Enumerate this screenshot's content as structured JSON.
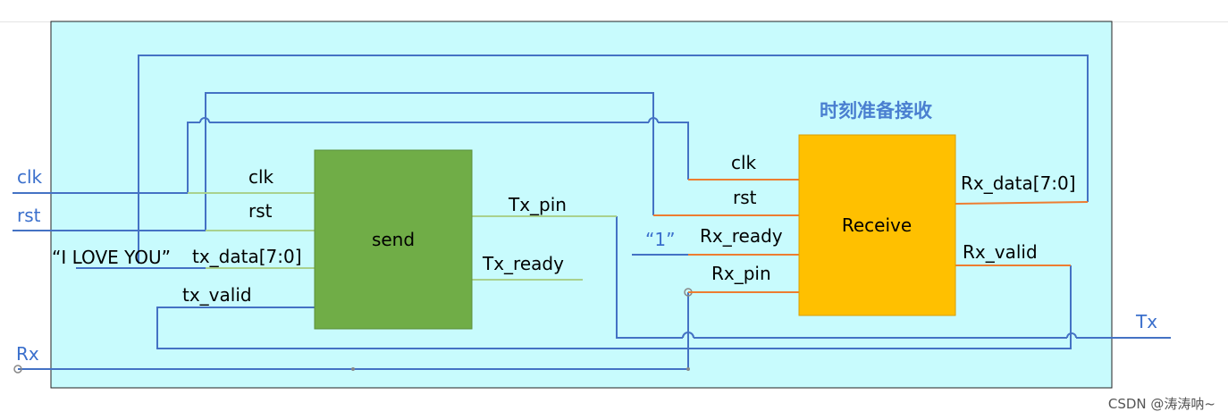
{
  "colors": {
    "canvas_bg": "#c8fbfd",
    "wire_blue": "#4472c4",
    "wire_green": "#a9d18e",
    "wire_orange": "#ed7d31",
    "send_fill": "#70ad47",
    "receive_fill": "#ffc000",
    "external_label": "#3a6fcc"
  },
  "external": {
    "clk": "clk",
    "rst": "rst",
    "rx": "Rx",
    "tx": "Tx",
    "tx_data_const": "“I LOVE YOU”",
    "rx_ready_const": "“1”"
  },
  "send": {
    "name": "send",
    "ports": {
      "clk": "clk",
      "rst": "rst",
      "tx_data": "tx_data[7:0]",
      "tx_valid": "tx_valid",
      "tx_pin": "Tx_pin",
      "tx_ready": "Tx_ready"
    }
  },
  "receive": {
    "name": "Receive",
    "annotation": "时刻准备接收",
    "ports": {
      "clk": "clk",
      "rst": "rst",
      "rx_ready": "Rx_ready",
      "rx_pin": "Rx_pin",
      "rx_data": "Rx_data[7:0]",
      "rx_valid": "Rx_valid"
    }
  },
  "watermark": "CSDN @涛涛呐~"
}
